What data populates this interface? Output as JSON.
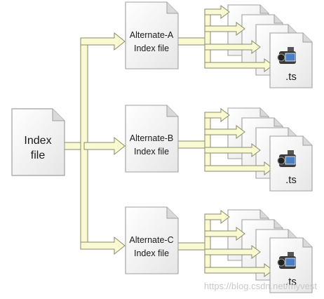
{
  "master": {
    "label_line1": "Index",
    "label_line2": "file"
  },
  "alternates": [
    {
      "label_line1": "Alternate-A",
      "label_line2": "Index file",
      "segment_label": ".ts"
    },
    {
      "label_line1": "Alternate-B",
      "label_line2": "Index file",
      "segment_label": ".ts"
    },
    {
      "label_line1": "Alternate-C",
      "label_line2": "Index file",
      "segment_label": ".ts"
    }
  ],
  "watermark": "https://blog.csdn.net/myvest",
  "icons": {
    "document": "document-icon",
    "segment": "video-camera-icon"
  },
  "colors": {
    "arrow_fill": "#fafad2",
    "arrow_stroke": "#8a8a6a",
    "doc_fill": "#f7f7f7",
    "doc_stroke": "#a0a0a0",
    "text": "#1a1a1a"
  }
}
